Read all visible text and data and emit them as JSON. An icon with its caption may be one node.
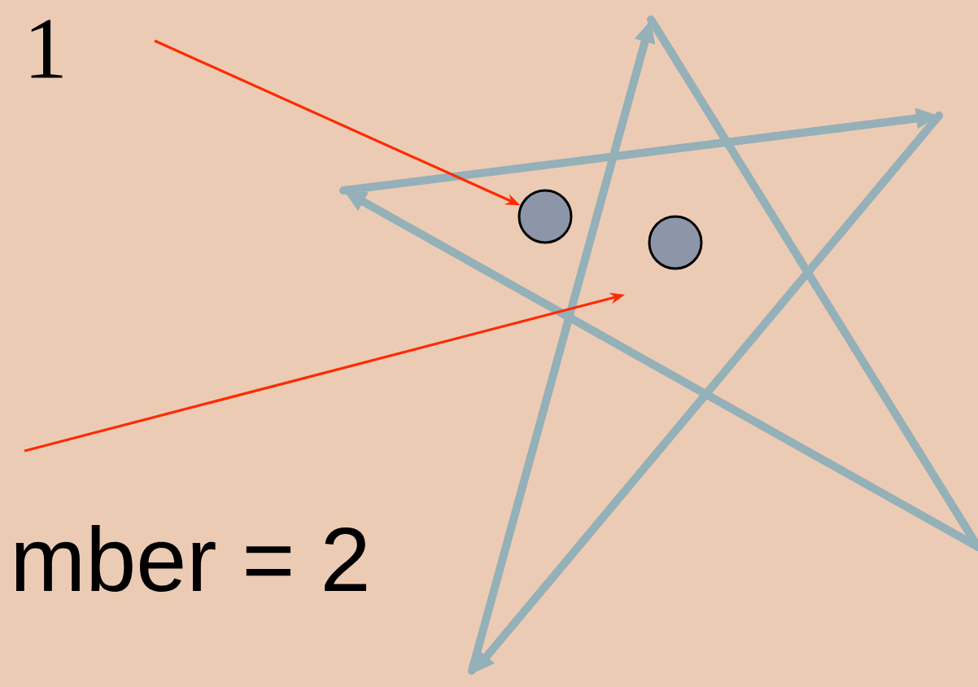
{
  "diagram": {
    "nodes": [
      {
        "text": [
          "1"
        ]
      },
      {
        "text": [
          "mber = 2"
        ]
      },
      {
        "text": [],
        "shape": "circle"
      },
      {
        "text": [],
        "shape": "circle"
      }
    ],
    "edges": [
      {
        "from": 0,
        "to": 2,
        "arrow": "to",
        "color": "#ff2a00"
      },
      {
        "from": 1,
        "to": 3,
        "arrow": "to",
        "color": "#ff2a00"
      }
    ]
  }
}
